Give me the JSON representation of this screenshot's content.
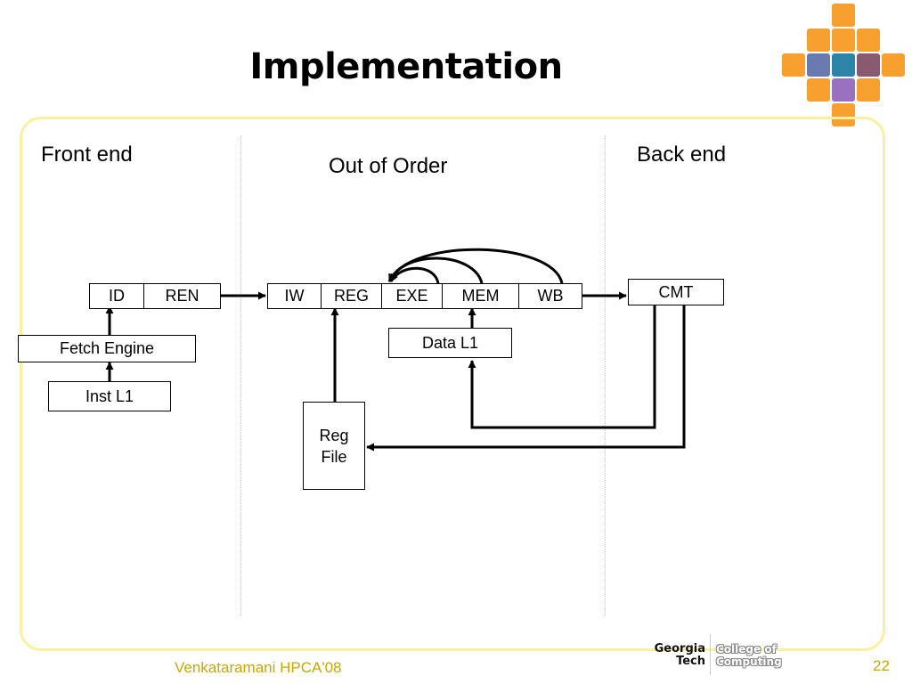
{
  "slide": {
    "title": "Implementation",
    "footer": "Venkataramani HPCA'08",
    "page_number": "22"
  },
  "sections": {
    "front_end": "Front end",
    "out_of_order": "Out of Order",
    "back_end": "Back end"
  },
  "blocks": {
    "id": "ID",
    "ren": "REN",
    "fetch_engine": "Fetch Engine",
    "inst_l1": "Inst L1",
    "iw": "IW",
    "reg": "REG",
    "exe": "EXE",
    "mem": "MEM",
    "wb": "WB",
    "data_l1": "Data L1",
    "reg_file_line1": "Reg",
    "reg_file_line2": "File",
    "cmt": "CMT"
  },
  "logo": {
    "name_line1": "Georgia",
    "name_line2": "Tech",
    "college_line1": "College of",
    "college_line2": "Computing"
  },
  "colors": {
    "accent_orange": "#f7a030",
    "frame_yellow": "#fbf0a0",
    "footer_gold": "#c8a800"
  }
}
